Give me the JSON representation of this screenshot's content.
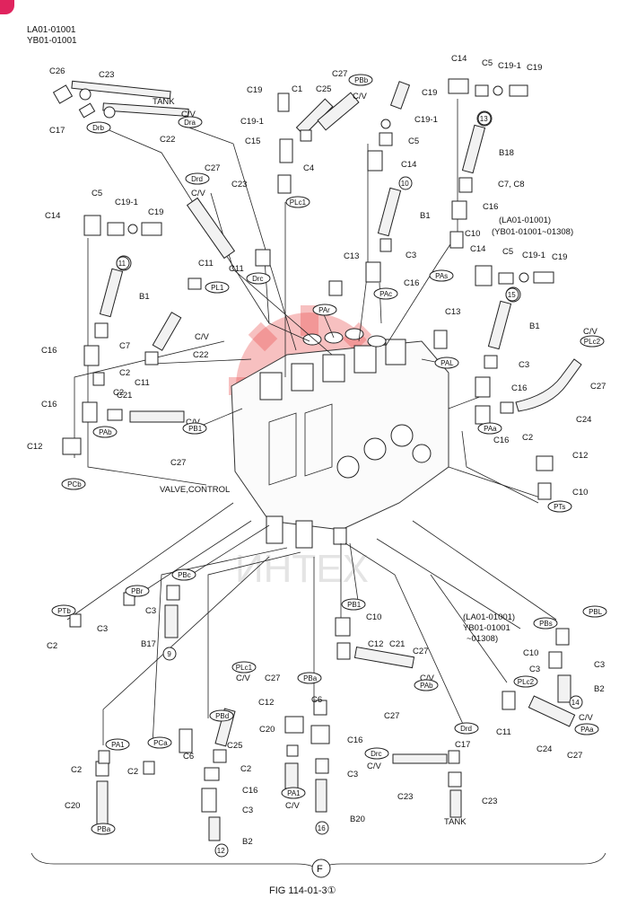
{
  "header": {
    "line1": "LA01-01001",
    "line2": "YB01-01001"
  },
  "figure": {
    "caption": "FIG 114-01-3①",
    "section_letter": "F"
  },
  "watermark_text": "ИНТЕХ",
  "valve_label": "VALVE,CONTROL",
  "notes": {
    "serial_a1": "(LA01-01001)",
    "serial_a2": "(YB01-01001~01308)",
    "serial_b1": "(LA01-01001)",
    "serial_b2": "YB01-01001",
    "serial_b3": "~01308)"
  },
  "words": {
    "tank": "TANK",
    "cv": "C/V"
  },
  "part_labels": {
    "C26": "C26",
    "C23": "C23",
    "C17": "C17",
    "C22": "C22",
    "C27": "C27",
    "C1": "C1",
    "C25": "C25",
    "C19": "C19",
    "C19_1": "C19-1",
    "C15": "C15",
    "C4": "C4",
    "C14": "C14",
    "C5": "C5",
    "B18": "B18",
    "C7C8": "C7, C8",
    "C16": "C16",
    "C10": "C10",
    "B1": "B1",
    "C3": "C3",
    "C11": "C11",
    "C13": "C13",
    "C7": "C7",
    "C2": "C2",
    "C21": "C21",
    "C24": "C24",
    "C12": "C12",
    "C6": "C6",
    "C20": "C20",
    "B17": "B17",
    "B2": "B2",
    "B20": "B20"
  },
  "ports": {
    "Drb": "Drb",
    "Dra": "Dra",
    "PBb": "PBb",
    "PLc1": "PLc1",
    "Drd": "Drd",
    "PL1": "PL1",
    "Drc": "Drc",
    "PAs": "PAs",
    "PAc": "PAc",
    "PAr": "PAr",
    "PAL": "PAL",
    "PLc2": "PLc2",
    "PAb": "PAb",
    "PB1": "PB1",
    "PCb": "PCb",
    "PAa": "PAa",
    "PTs": "PTs",
    "PTb": "PTb",
    "PBr": "PBr",
    "PBc": "PBc",
    "PBa": "PBa",
    "PBs": "PBs",
    "PBL": "PBL",
    "PA1": "PA1",
    "PCa": "PCa",
    "PBd": "PBd"
  },
  "callouts": {
    "n9": "9",
    "n10": "10",
    "n11": "11",
    "n12": "12",
    "n13": "13",
    "n14": "14",
    "n15": "15",
    "n16": "16"
  },
  "colors": {
    "watermark": "#e84a4a",
    "corner_badge": "#e0245e",
    "line": "#222222"
  }
}
